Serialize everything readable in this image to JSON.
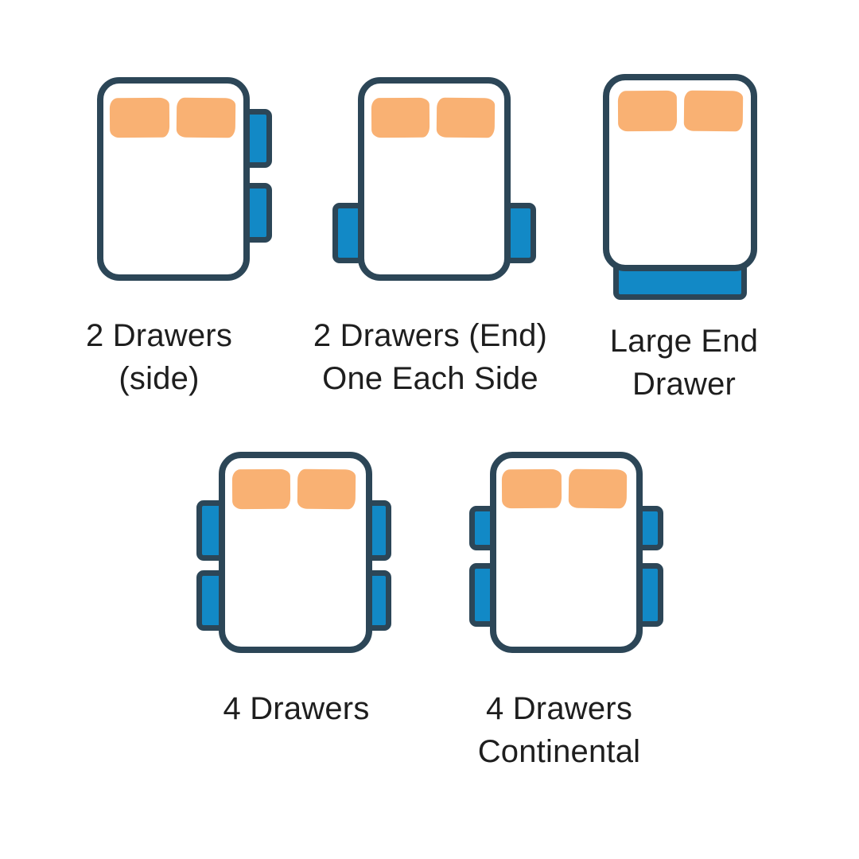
{
  "colors": {
    "bed_outline": "#2c4657",
    "drawer_fill": "#1289c6",
    "pillow_fill": "#f9b173",
    "label_text": "#1e1e1e",
    "background": "#ffffff"
  },
  "diagram": {
    "type": "bed-drawer-configuration-chart",
    "items": [
      {
        "id": "2-drawers-side",
        "label_lines": [
          "2 Drawers",
          "(side)"
        ],
        "pillow_count": 2,
        "drawer_count": 2,
        "drawer_placement": "two stacked on right side"
      },
      {
        "id": "2-drawers-end-one-each-side",
        "label_lines": [
          "2 Drawers (End)",
          "One Each Side"
        ],
        "pillow_count": 2,
        "drawer_count": 2,
        "drawer_placement": "one on each side near foot end"
      },
      {
        "id": "large-end-drawer",
        "label_lines": [
          "Large End",
          "Drawer"
        ],
        "pillow_count": 2,
        "drawer_count": 1,
        "drawer_placement": "single wide drawer at foot end"
      },
      {
        "id": "4-drawers",
        "label_lines": [
          "4 Drawers"
        ],
        "pillow_count": 2,
        "drawer_count": 4,
        "drawer_placement": "two on each side, equal size"
      },
      {
        "id": "4-drawers-continental",
        "label_lines": [
          "4 Drawers",
          "Continental"
        ],
        "pillow_count": 2,
        "drawer_count": 4,
        "drawer_placement": "two on each side, shorter upper and longer lower"
      }
    ]
  }
}
